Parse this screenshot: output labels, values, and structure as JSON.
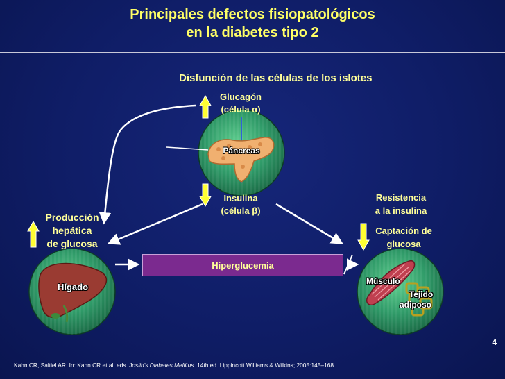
{
  "title": {
    "line1": "Principales defectos fisiopatológicos",
    "line2": "en la diabetes tipo 2"
  },
  "islet": {
    "heading": "Disfunción de las células de los islotes",
    "glucagon_line1": "Glucagón",
    "glucagon_line2": "(célula α)",
    "pancreas_label": "Páncreas",
    "insulin_line1": "Insulina",
    "insulin_line2": "(célula β)"
  },
  "liver": {
    "production_line1": "Producción",
    "production_line2": "hepática",
    "production_line3": "de glucosa",
    "organ_label": "Hígado"
  },
  "muscle": {
    "resistance_line1": "Resistencia",
    "resistance_line2": "a la insulina",
    "uptake_line1": "Captación de",
    "uptake_line2": "glucosa",
    "muscle_label": "Músculo",
    "adipose_line1": "Tejido",
    "adipose_line2": "adiposo"
  },
  "center": {
    "hyperglycemia": "Hiperglucemia"
  },
  "footnote": {
    "pre": "Kahn CR, Saltiel AR. In: Kahn CR et al, eds. ",
    "italic": "Joslin's Diabetes Mellitus",
    "post": ". 14th ed. Lippincott Williams & Wilkins; 2005:145–168."
  },
  "page_number": "4",
  "colors": {
    "background": "#0f1d66",
    "title": "#ffff66",
    "label": "#ffff99",
    "up_arrow": "#ffff33",
    "hyperglycemia_box": "#7b2a8f",
    "organ_circle": "#2f9a68"
  },
  "icons": {
    "up_arrow": "arrow-up-icon",
    "down_arrow": "arrow-down-icon"
  }
}
